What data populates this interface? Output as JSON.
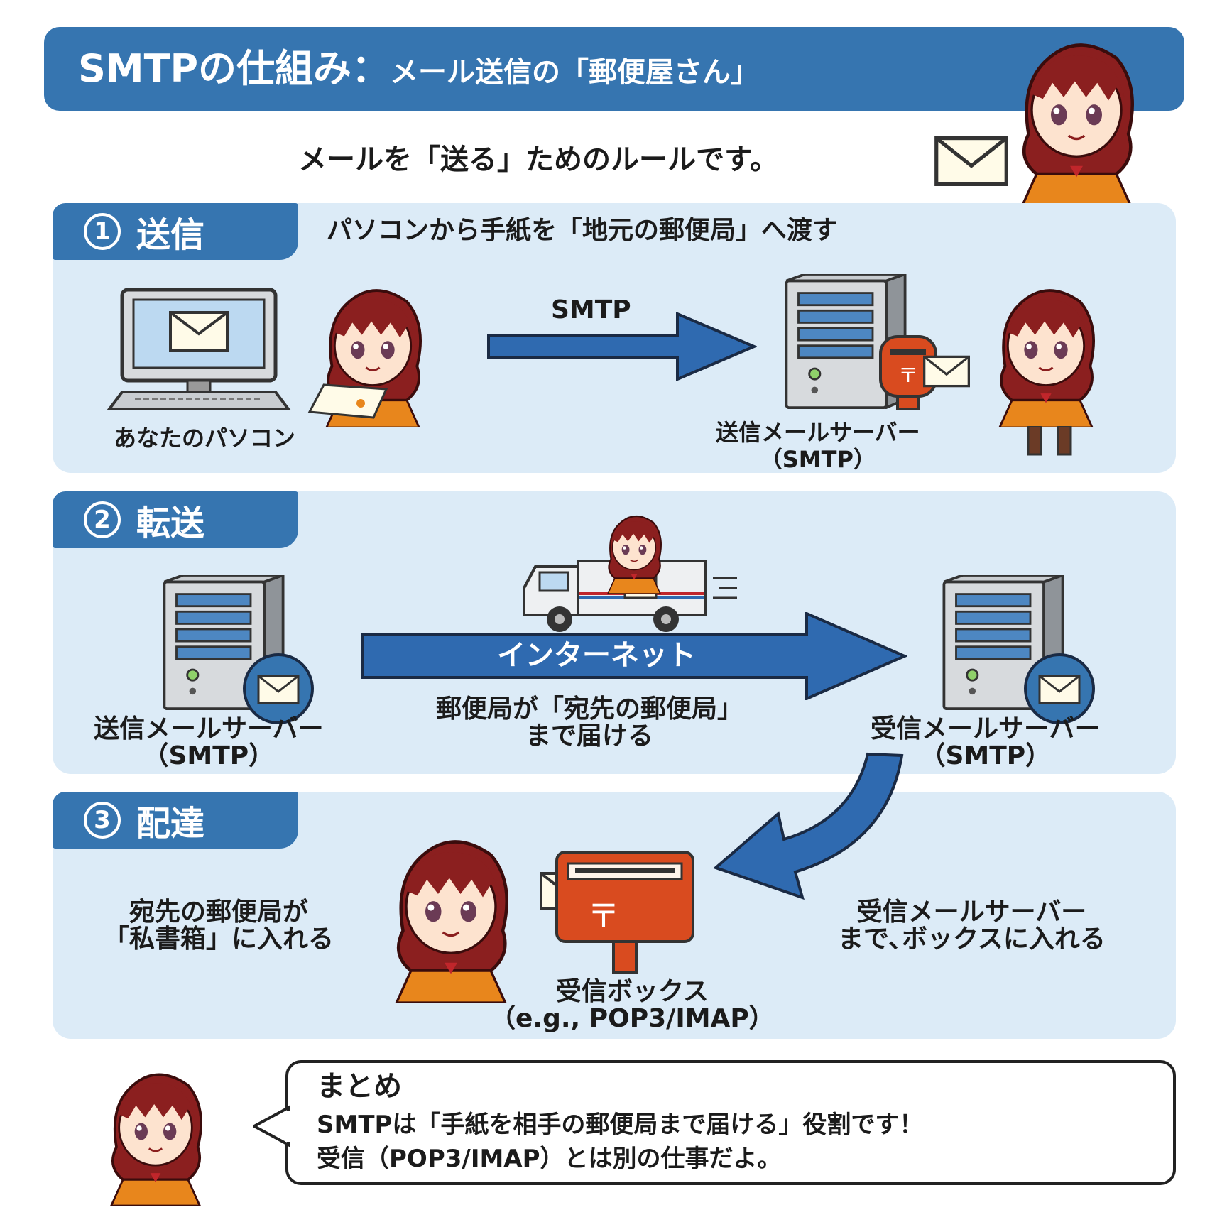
{
  "header": {
    "title": "SMTPの仕組み：",
    "title_sub": "メール送信の「郵便屋さん」",
    "subtitle": "メールを「送る」ためのルールです。"
  },
  "colors": {
    "accent": "#3675b0",
    "panel": "#dcebf7",
    "arrow": "#2f6ab0",
    "character_hair": "#8b1f1f",
    "character_dress": "#e8861c",
    "postbox": "#d94b1f"
  },
  "step1": {
    "num": "1",
    "label": "送信",
    "description": "パソコンから手紙を「地元の郵便局」へ渡す",
    "arrow_label": "SMTP",
    "left_node": "あなたのパソコン",
    "right_node_line1": "送信メールサーバー",
    "right_node_line2": "（SMTP）"
  },
  "step2": {
    "num": "2",
    "label": "転送",
    "arrow_label": "インターネット",
    "caption_line1": "郵便局が「宛先の郵便局」",
    "caption_line2": "まで届ける",
    "left_node_line1": "送信メールサーバー",
    "left_node_line2": "（SMTP）",
    "right_node_line1": "受信メールサーバー",
    "right_node_line2": "（SMTP）"
  },
  "step3": {
    "num": "3",
    "label": "配達",
    "left_caption_line1": "宛先の郵便局が",
    "left_caption_line2": "「私書箱」に入れる",
    "right_caption_line1": "受信メールサーバー",
    "right_caption_line2": "まで､ボックスに入れる",
    "box_line1": "受信ボックス",
    "box_line2": "（e.g., POP3/IMAP）"
  },
  "summary": {
    "title": "まとめ",
    "line1": "SMTPは「手紙を相手の郵便局まで届ける」役割です！",
    "line2": "受信（POP3/IMAP）とは別の仕事だよ。"
  }
}
